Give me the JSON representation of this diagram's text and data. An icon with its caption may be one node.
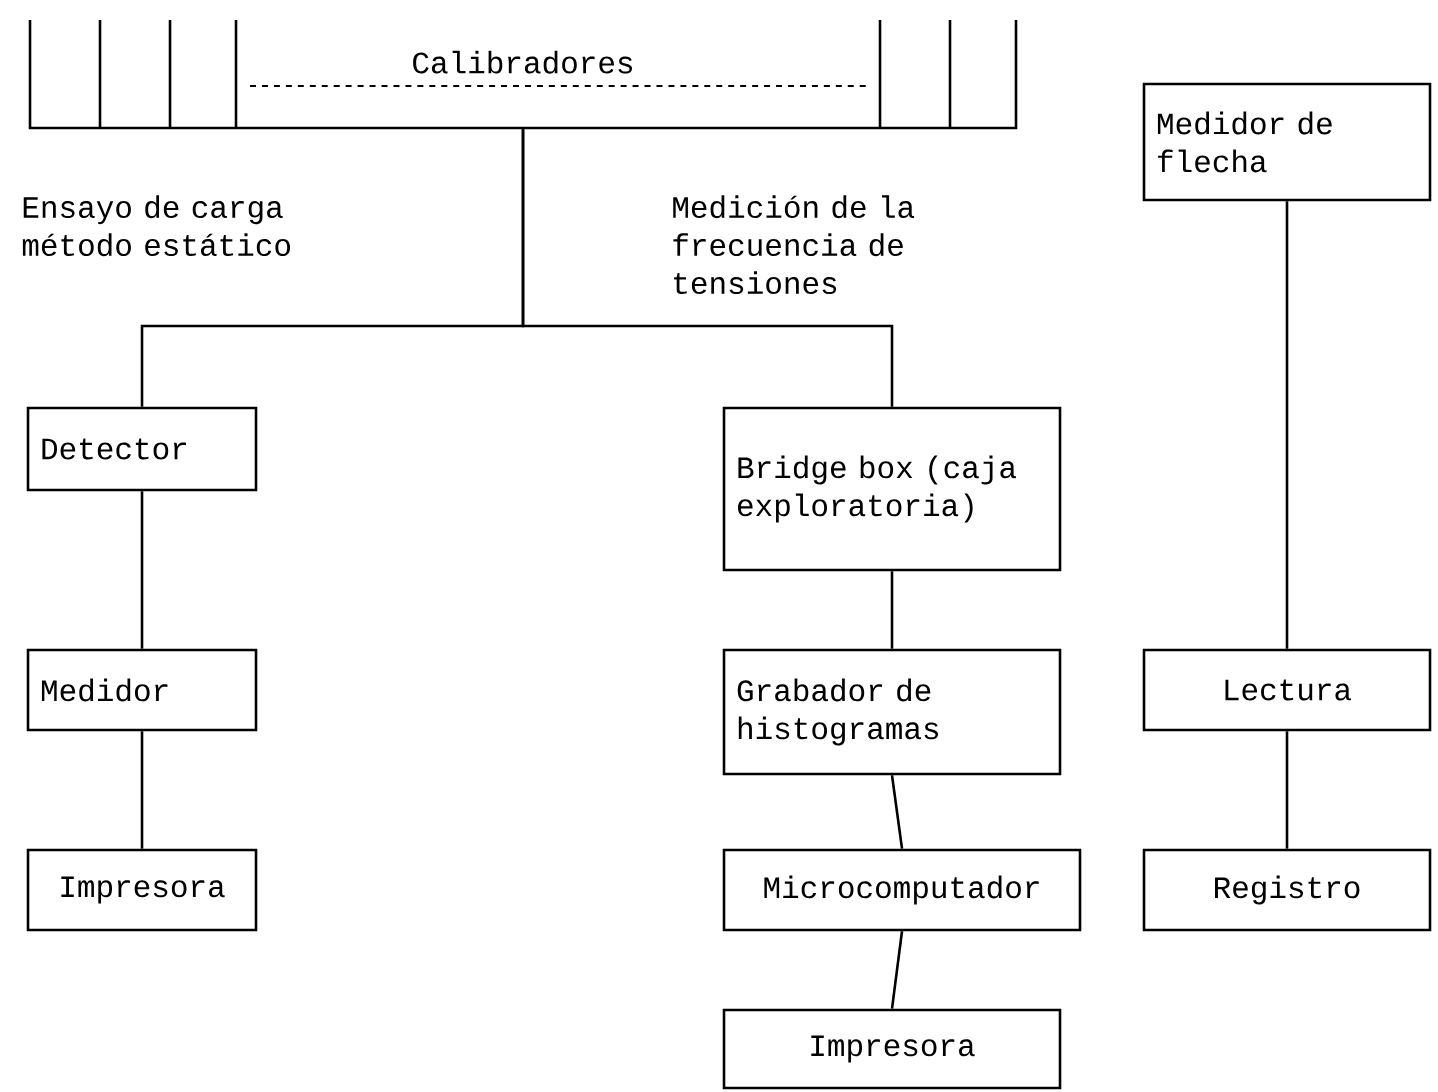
{
  "diagram": {
    "nodes": [
      {
        "text": [
          "Calibradores"
        ]
      },
      {
        "text": [
          "Detector"
        ]
      },
      {
        "text": [
          "Bridge box (caja exploratoria)"
        ]
      },
      {
        "text": [
          "Medidor"
        ]
      },
      {
        "text": [
          "Grabador de histogramas"
        ]
      },
      {
        "text": [
          "Impresora"
        ]
      },
      {
        "text": [
          "Microcomputador"
        ]
      },
      {
        "text": [
          "Impresora"
        ]
      },
      {
        "text": [
          "Medidor de flecha"
        ]
      },
      {
        "text": [
          "Lectura"
        ]
      },
      {
        "text": [
          "Registro"
        ]
      }
    ],
    "edges": [
      {
        "from": 0,
        "to": 1,
        "arrow": "none",
        "label": "Ensayo de carga método estático"
      },
      {
        "from": 0,
        "to": 2,
        "arrow": "none",
        "label": "Medición de la frecuencia de tensiones"
      },
      {
        "from": 1,
        "to": 3,
        "arrow": "none"
      },
      {
        "from": 3,
        "to": 5,
        "arrow": "none"
      },
      {
        "from": 2,
        "to": 4,
        "arrow": "none"
      },
      {
        "from": 4,
        "to": 6,
        "arrow": "none"
      },
      {
        "from": 6,
        "to": 7,
        "arrow": "none"
      },
      {
        "from": 8,
        "to": 9,
        "arrow": "none"
      },
      {
        "from": 9,
        "to": 10,
        "arrow": "none"
      }
    ]
  }
}
